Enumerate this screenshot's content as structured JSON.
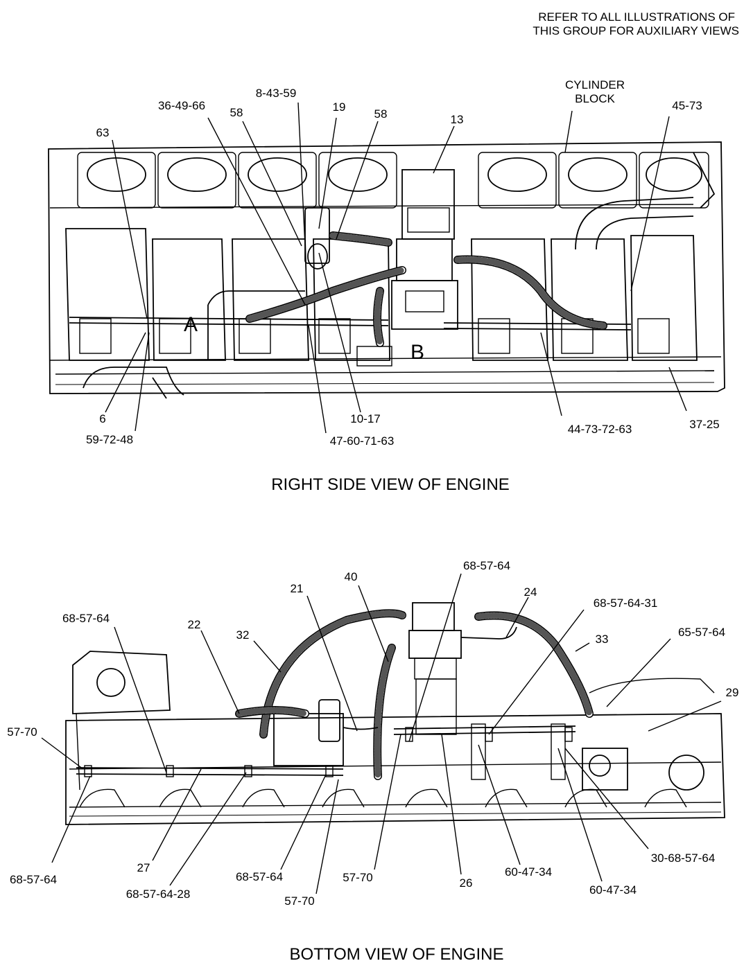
{
  "notes": {
    "refer_line1": "REFER TO ALL ILLUSTRATIONS OF",
    "refer_line2": "THIS GROUP FOR AUXILIARY VIEWS"
  },
  "right_view": {
    "title": "RIGHT SIDE VIEW OF ENGINE",
    "cylinder_line1": "CYLINDER",
    "cylinder_line2": "BLOCK",
    "detail_a": "A",
    "detail_b": "B",
    "callouts": {
      "c_8_43_59": "8-43-59",
      "c_36_49_66": "36-49-66",
      "c_58_left": "58",
      "c_19": "19",
      "c_58_right": "58",
      "c_13": "13",
      "c_63": "63",
      "c_45_73": "45-73",
      "c_6": "6",
      "c_59_72_48": "59-72-48",
      "c_10_17": "10-17",
      "c_47_60_71_63": "47-60-71-63",
      "c_44_73_72_63": "44-73-72-63",
      "c_37_25": "37-25"
    }
  },
  "bottom_view": {
    "title": "BOTTOM VIEW OF ENGINE",
    "callouts": {
      "c_68_57_64_top": "68-57-64",
      "c_40": "40",
      "c_21": "21",
      "c_24": "24",
      "c_68_57_64_31": "68-57-64-31",
      "c_68_57_64_left": "68-57-64",
      "c_22": "22",
      "c_32": "32",
      "c_33": "33",
      "c_65_57_64": "65-57-64",
      "c_29": "29",
      "c_57_70_left": "57-70",
      "c_68_57_64_bottom_left": "68-57-64",
      "c_27": "27",
      "c_68_57_64_28": "68-57-64-28",
      "c_68_57_64_mid": "68-57-64",
      "c_57_70_bottom": "57-70",
      "c_57_70_center": "57-70",
      "c_26": "26",
      "c_60_47_34_a": "60-47-34",
      "c_60_47_34_b": "60-47-34",
      "c_30_68_57_64": "30-68-57-64"
    }
  }
}
